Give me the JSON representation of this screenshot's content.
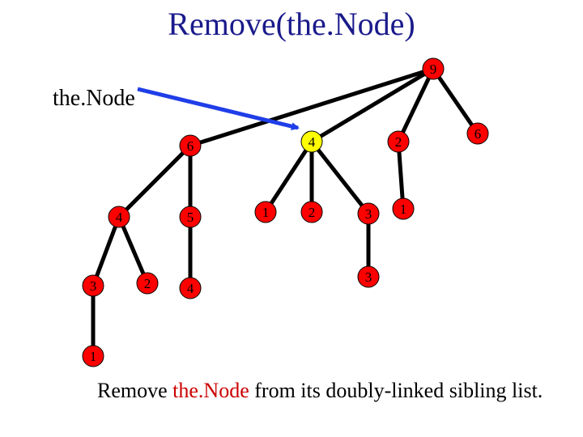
{
  "title": "Remove(the.Node)",
  "node_label": "the.Node",
  "caption": {
    "prefix": "Remove ",
    "highlight": "the.Node",
    "suffix": " from its doubly-linked sibling list."
  },
  "colors": {
    "title": "#1a1a8c",
    "node_fill": "#ff0000",
    "highlight_node_fill": "#ffff00",
    "arrow": "#1f3ee8",
    "edge": "#000000",
    "caption_highlight": "#cc0000"
  },
  "nodes": [
    {
      "id": "root9",
      "label": "9",
      "highlight": false
    },
    {
      "id": "n6a",
      "label": "6",
      "highlight": false
    },
    {
      "id": "n4a",
      "label": "4",
      "highlight": true
    },
    {
      "id": "n2a",
      "label": "2",
      "highlight": false
    },
    {
      "id": "n6b",
      "label": "6",
      "highlight": false
    },
    {
      "id": "n4b",
      "label": "4",
      "highlight": false
    },
    {
      "id": "n5",
      "label": "5",
      "highlight": false
    },
    {
      "id": "n1a",
      "label": "1",
      "highlight": false
    },
    {
      "id": "n2b",
      "label": "2",
      "highlight": false
    },
    {
      "id": "n3a",
      "label": "3",
      "highlight": false
    },
    {
      "id": "n1b",
      "label": "1",
      "highlight": false
    },
    {
      "id": "n3b",
      "label": "3",
      "highlight": false
    },
    {
      "id": "n2c",
      "label": "2",
      "highlight": false
    },
    {
      "id": "n4c",
      "label": "4",
      "highlight": false
    },
    {
      "id": "n3c",
      "label": "3",
      "highlight": false
    },
    {
      "id": "n1c",
      "label": "1",
      "highlight": false
    }
  ],
  "edges": [
    [
      "root9",
      "n6a"
    ],
    [
      "root9",
      "n4a"
    ],
    [
      "root9",
      "n2a"
    ],
    [
      "root9",
      "n6b"
    ],
    [
      "n6a",
      "n4b"
    ],
    [
      "n6a",
      "n5"
    ],
    [
      "n4a",
      "n1a"
    ],
    [
      "n4a",
      "n2b"
    ],
    [
      "n4a",
      "n3a"
    ],
    [
      "n2a",
      "n1b"
    ],
    [
      "n4b",
      "n3b"
    ],
    [
      "n4b",
      "n2c"
    ],
    [
      "n5",
      "n4c"
    ],
    [
      "n3a",
      "n3c"
    ],
    [
      "n3b",
      "n1c"
    ]
  ]
}
